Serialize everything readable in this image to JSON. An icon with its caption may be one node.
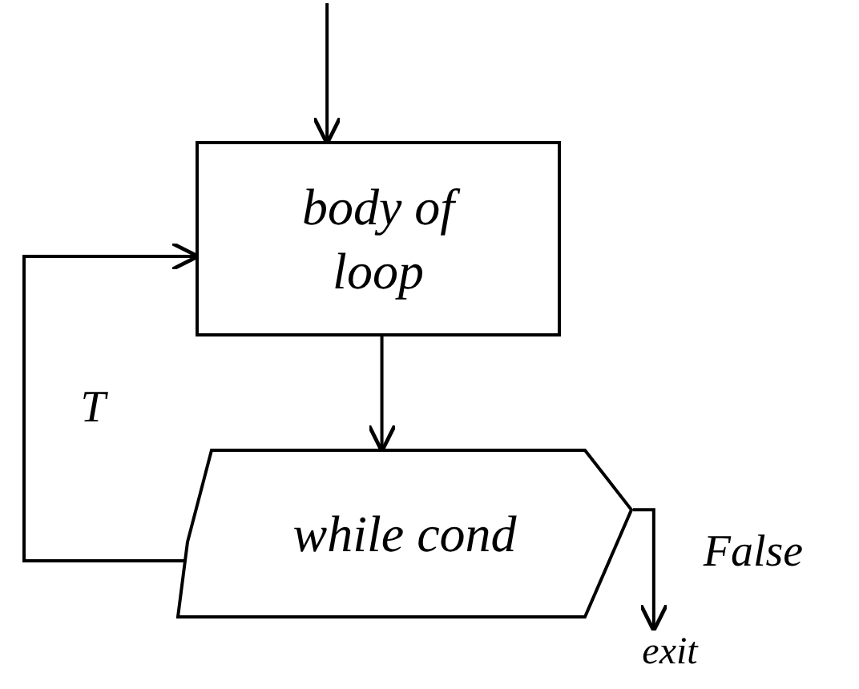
{
  "diagram": {
    "nodes": [
      {
        "text": [
          "body of loop"
        ]
      },
      {
        "text": [
          "while cond"
        ]
      },
      {
        "text": [
          "exit"
        ]
      }
    ],
    "edges": [
      {
        "from": null,
        "to": 0,
        "arrow": "to"
      },
      {
        "from": 0,
        "to": 1,
        "arrow": "to"
      },
      {
        "from": 1,
        "to": 0,
        "arrow": "to",
        "label": "T"
      },
      {
        "from": 1,
        "to": 2,
        "arrow": "to",
        "label": "False"
      }
    ]
  }
}
